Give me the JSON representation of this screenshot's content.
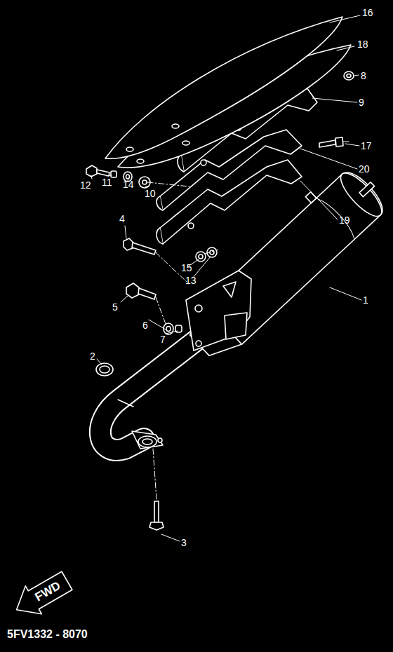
{
  "diagram": {
    "nodes": [
      {
        "text": [
          "FWD"
        ]
      }
    ],
    "labels": [
      "16",
      "18",
      "8",
      "9",
      "17",
      "12",
      "11",
      "14",
      "10",
      "20",
      "19",
      "4",
      "15",
      "13",
      "1",
      "5",
      "6",
      "7",
      "2",
      "3",
      "5FV1332 - 8070"
    ]
  }
}
